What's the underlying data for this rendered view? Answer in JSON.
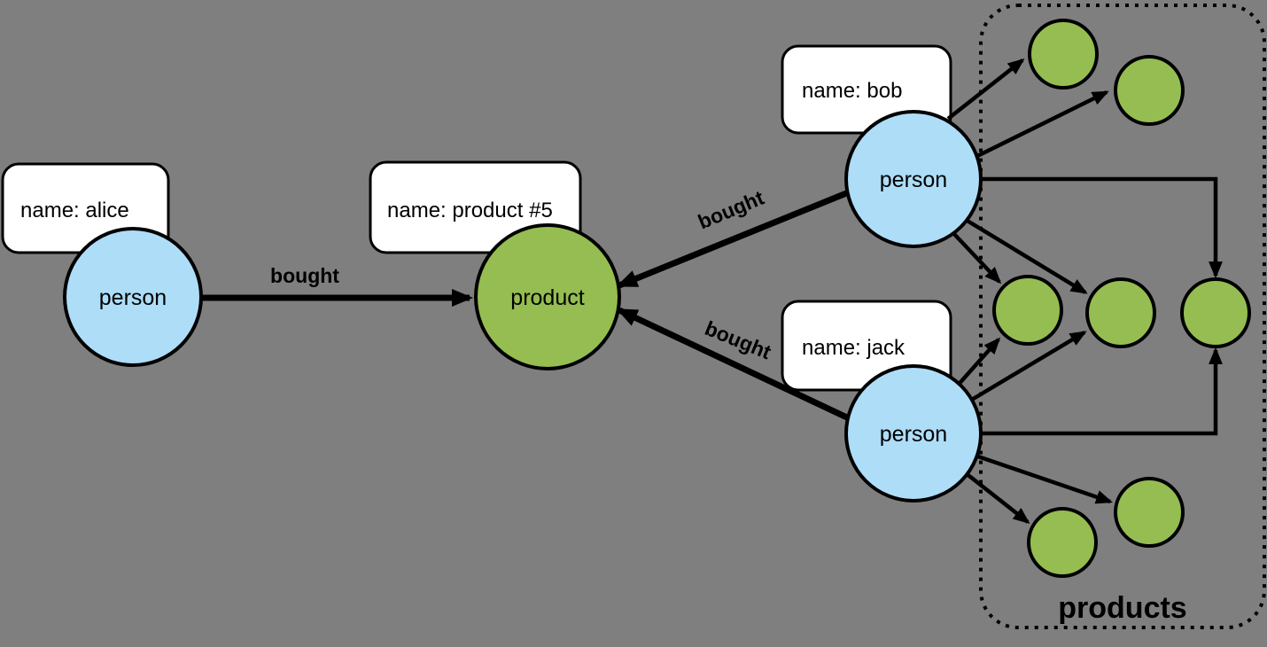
{
  "colors": {
    "background": "#7f7f7f",
    "person_fill": "#aeddf8",
    "product_fill": "#95bd51",
    "box_fill": "#ffffff",
    "stroke": "#000000"
  },
  "nodes": {
    "alice": {
      "label": "person",
      "property": "name: alice"
    },
    "bob": {
      "label": "person",
      "property": "name: bob"
    },
    "jack": {
      "label": "person",
      "property": "name: jack"
    },
    "product5": {
      "label": "product",
      "property": "name: product #5"
    }
  },
  "edges": {
    "alice_product": {
      "label": "bought"
    },
    "bob_product": {
      "label": "bought"
    },
    "jack_product": {
      "label": "bought"
    }
  },
  "group": {
    "label": "products",
    "unlabeled_product_nodes": 7
  }
}
